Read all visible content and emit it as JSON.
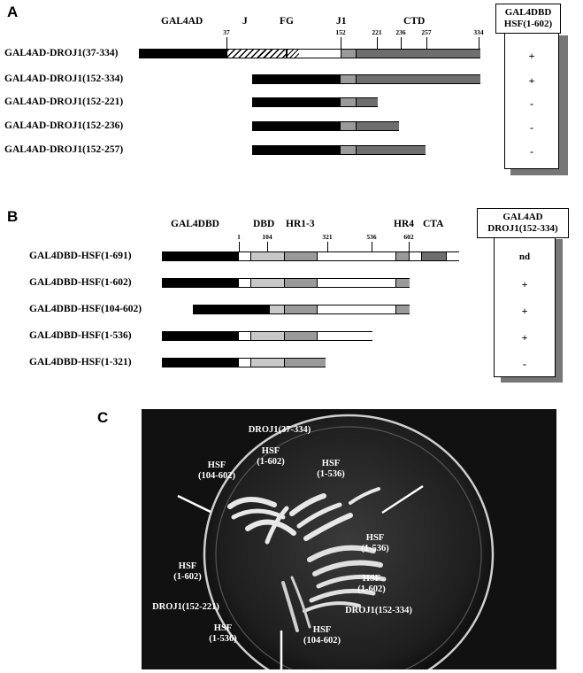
{
  "panelA": {
    "letter": "A",
    "domains": [
      "GAL4AD",
      "J",
      "FG",
      "J1",
      "CTD"
    ],
    "ticks": [
      "37",
      "152",
      "221",
      "236",
      "257",
      "334"
    ],
    "rows": [
      "GAL4AD-DROJ1(37-334)",
      "GAL4AD-DROJ1(152-334)",
      "GAL4AD-DROJ1(152-221)",
      "GAL4AD-DROJ1(152-236)",
      "GAL4AD-DROJ1(152-257)"
    ],
    "result_header": [
      "GAL4DBD",
      "HSF(1-602)"
    ],
    "results": [
      "+",
      "+",
      "-",
      "-",
      "-"
    ]
  },
  "panelB": {
    "letter": "B",
    "domains": [
      "GAL4DBD",
      "DBD",
      "HR1-3",
      "HR4",
      "CTA"
    ],
    "ticks": [
      "1",
      "104",
      "321",
      "536",
      "602"
    ],
    "rows": [
      "GAL4DBD-HSF(1-691)",
      "GAL4DBD-HSF(1-602)",
      "GAL4DBD-HSF(104-602)",
      "GAL4DBD-HSF(1-536)",
      "GAL4DBD-HSF(1-321)"
    ],
    "result_header": [
      "GAL4AD",
      "DROJ1(152-334)"
    ],
    "results": [
      "nd",
      "+",
      "+",
      "+",
      "-"
    ]
  },
  "panelC": {
    "letter": "C",
    "labels": {
      "top": "DROJ1(37-334)",
      "hsf_1_602_top": [
        "HSF",
        "(1-602)"
      ],
      "hsf_104_602_top": [
        "HSF",
        "(104-602)"
      ],
      "hsf_1_536_top": [
        "HSF",
        "(1-536)"
      ],
      "hsf_1_536_right": [
        "HSF",
        "(1-536)"
      ],
      "hsf_1_602_right": [
        "HSF",
        "(1-602)"
      ],
      "droj1_152_334": "DROJ1(152-334)",
      "hsf_1_602_left": [
        "HSF",
        "(1-602)"
      ],
      "droj1_152_221": "DROJ1(152-221)",
      "hsf_1_536_bottom": [
        "HSF",
        "(1-536)"
      ],
      "hsf_104_602_bottom": [
        "HSF",
        "(104-602)"
      ]
    }
  },
  "colors": {
    "black": "#000000",
    "dark_gray": "#6e6e6e",
    "mid_gray": "#9a9a9a",
    "light_gray": "#c8c8c8",
    "photo_bg": "#111111"
  }
}
